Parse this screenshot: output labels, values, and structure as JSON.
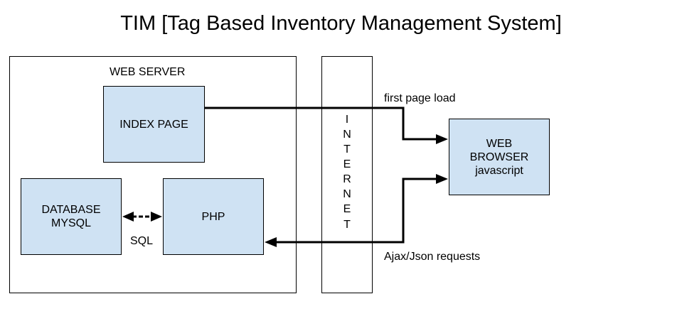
{
  "title": "TIM [Tag Based Inventory Management System]",
  "colors": {
    "box_fill": "#cfe2f3",
    "line": "#000000",
    "background": "#ffffff"
  },
  "web_server": {
    "label": "WEB SERVER",
    "index_page": "INDEX PAGE",
    "database": {
      "line1": "DATABASE",
      "line2": "MYSQL"
    },
    "php": "PHP",
    "sql_label": "SQL"
  },
  "internet": {
    "letters": [
      "I",
      "N",
      "T",
      "E",
      "R",
      "N",
      "E",
      "T"
    ]
  },
  "web_browser": {
    "line1": "WEB",
    "line2": "BROWSER",
    "line3": "javascript"
  },
  "connections": {
    "first_page_load": "first page load",
    "ajax_json": "Ajax/Json requests"
  }
}
